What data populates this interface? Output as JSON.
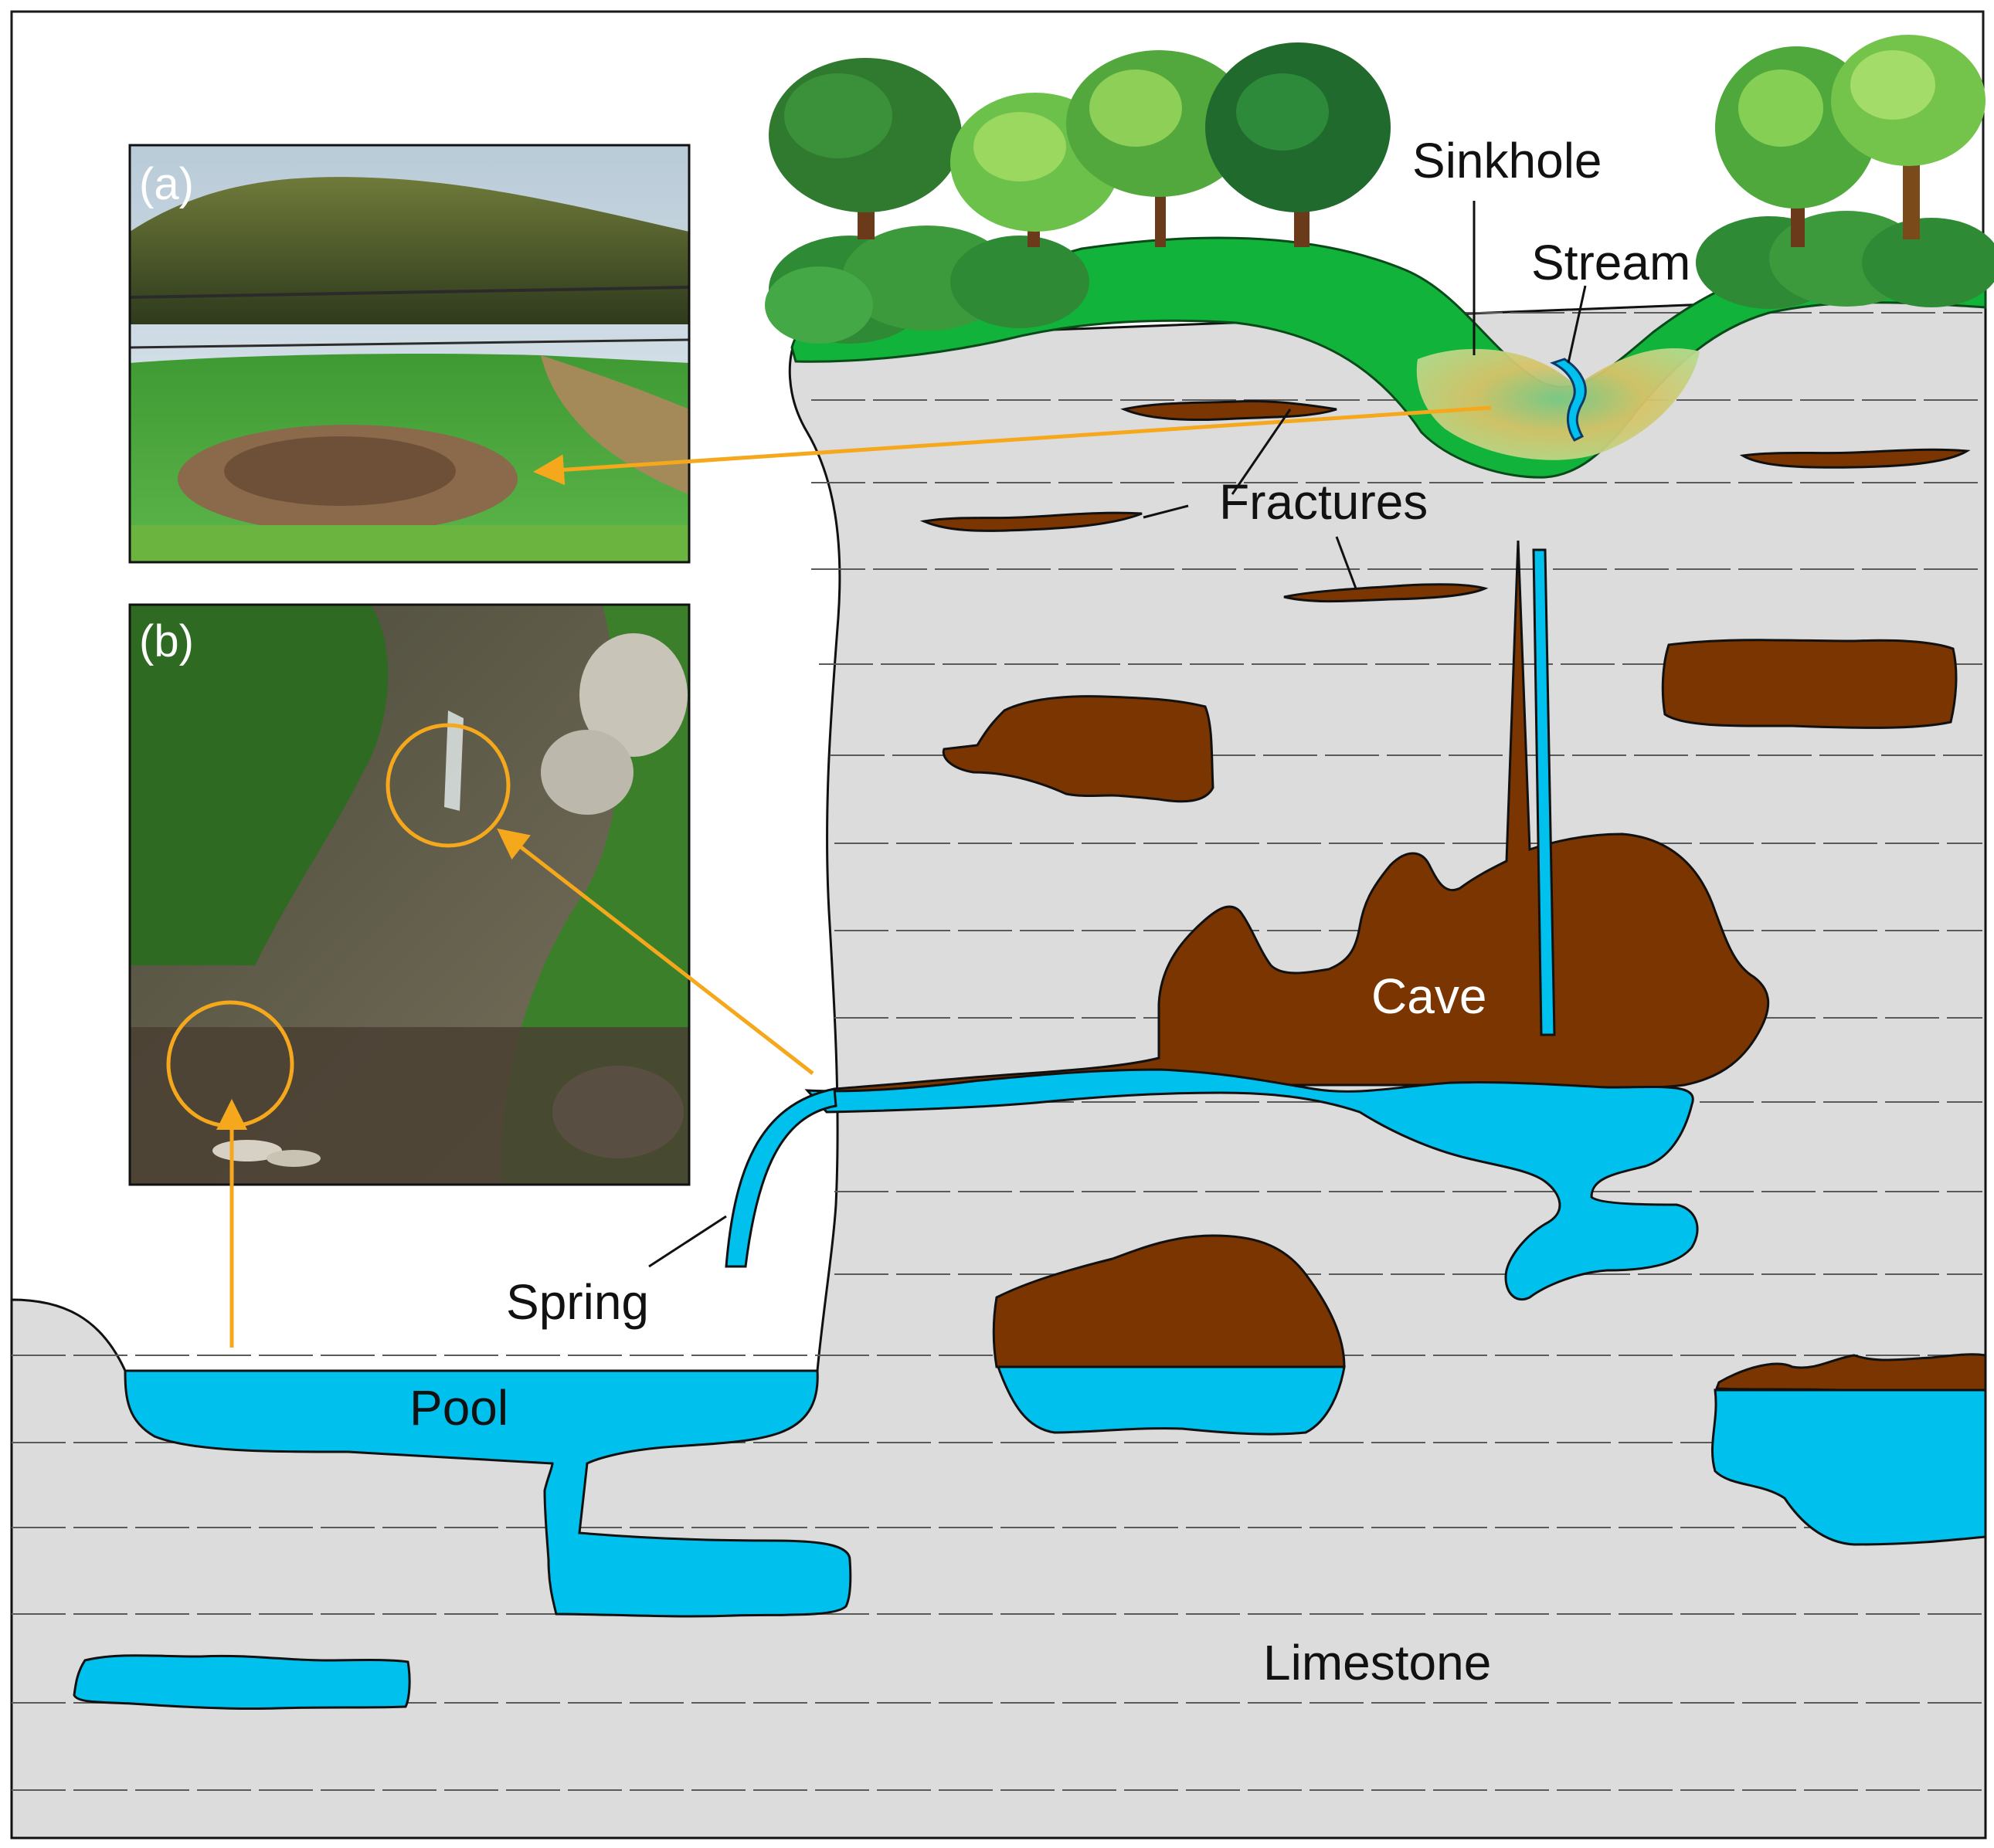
{
  "labels": {
    "sinkhole": "Sinkhole",
    "stream": "Stream",
    "fractures": "Fractures",
    "cave": "Cave",
    "spring": "Spring",
    "pool": "Pool",
    "limestone": "Limestone",
    "panel_a": "(a)",
    "panel_b": "(b)"
  },
  "colors": {
    "limestone": "#dcdcdc",
    "water": "#00c0ee",
    "void": "#7a3500",
    "grass": "#12b33a",
    "highlight": "#f5a81c",
    "sinkhole_fill": "#d8c36a"
  }
}
